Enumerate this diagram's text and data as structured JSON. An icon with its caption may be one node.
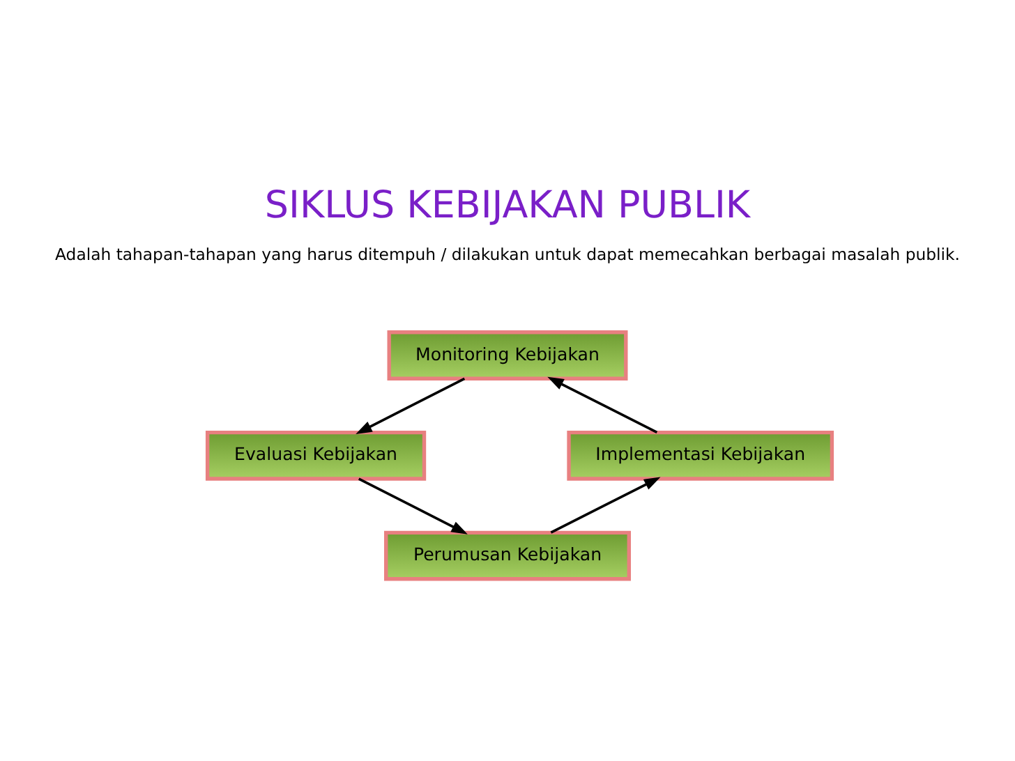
{
  "diagram": {
    "title": "SIKLUS KEBIJAKAN PUBLIK",
    "nodes": [
      {
        "text": [
          "Monitoring Kebijakan"
        ]
      },
      {
        "text": [
          "Evaluasi Kebijakan"
        ]
      },
      {
        "text": [
          "Perumusan Kebijakan"
        ]
      },
      {
        "text": [
          "Implementasi Kebijakan"
        ]
      }
    ],
    "edges": [
      {
        "from": 0,
        "to": 1,
        "arrow": "to"
      },
      {
        "from": 1,
        "to": 2,
        "arrow": "to"
      },
      {
        "from": 2,
        "to": 3,
        "arrow": "to"
      },
      {
        "from": 3,
        "to": 0,
        "arrow": "to"
      }
    ],
    "labels": [
      "Adalah tahapan-tahapan yang harus ditempuh / dilakukan untuk dapat memecahkan berbagai masalah publik."
    ]
  }
}
